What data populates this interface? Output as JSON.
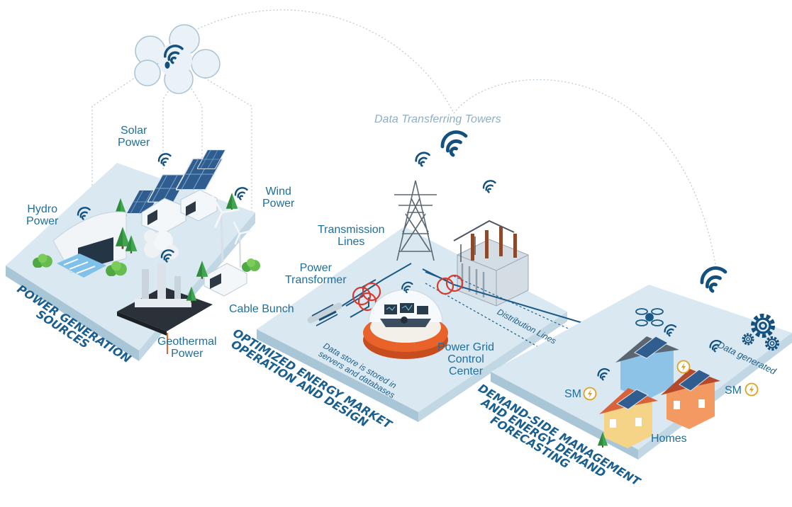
{
  "header": {
    "towers_label": "Data Transferring Towers"
  },
  "power_generation": {
    "section_title": [
      "POWER GENERATION",
      "SOURCES"
    ],
    "labels": {
      "solar": [
        "Solar",
        "Power"
      ],
      "hydro": [
        "Hydro",
        "Power"
      ],
      "wind": [
        "Wind",
        "Power"
      ],
      "geothermal": [
        "Geothermal",
        "Power"
      ]
    }
  },
  "market": {
    "section_title": [
      "OPTIMIZED ENERGY MARKET",
      "OPERATION AND DESIGN"
    ],
    "labels": {
      "transmission": [
        "Transmission",
        "Lines"
      ],
      "transformer": [
        "Power",
        "Transformer"
      ],
      "cable_bunch": "Cable Bunch",
      "control_center": [
        "Power Grid",
        "Control",
        "Center"
      ],
      "data_store_note": [
        "Data store is stored in",
        "servers and databases"
      ],
      "distribution": "Distribution Lines"
    }
  },
  "demand_side": {
    "section_title": [
      "DEMAND-SIDE MANAGEMENT",
      "AND ENERGY DEMAND",
      "FORECASTING"
    ],
    "labels": {
      "homes": "Homes",
      "smart_meter": "SM",
      "data_generated": "Data generated"
    }
  },
  "colors": {
    "platform_top": "#d9e8f1",
    "platform_side": "#a9c6d7",
    "accent_blue": "#1f6f9a",
    "section_text": "#1b5f8f",
    "towers_text": "#8fb0c4",
    "control_orange": "#e8622a",
    "transformer_red": "#d93a2e",
    "signal_navy": "#14507d"
  },
  "icons": [
    "cloud-icon",
    "wifi-signal-icon",
    "gear-icon",
    "lightning-icon",
    "smart-meter-icon",
    "solar-panel-icon",
    "wind-turbine-icon",
    "transmission-tower-icon",
    "transformer-icon",
    "house-icon",
    "drone-icon",
    "tree-icon"
  ]
}
